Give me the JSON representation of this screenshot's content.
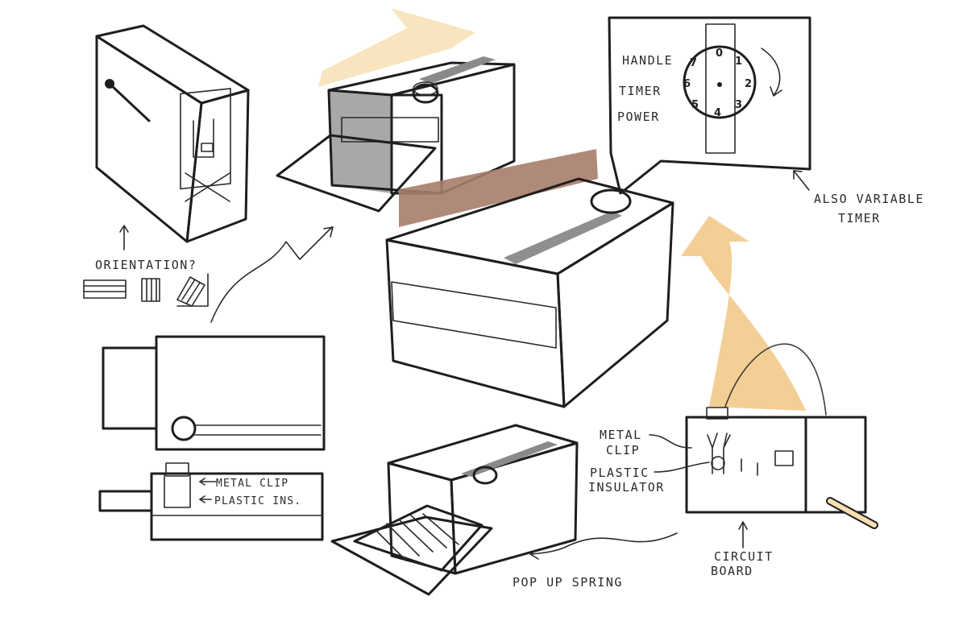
{
  "colors": {
    "wood": "#f2c98a",
    "wood_light": "#f7dfb3",
    "grey": "#9c9c9c",
    "grey_light": "#bdbdbd",
    "grey_dark": "#7e7e7e",
    "brown_panel": "#b89083",
    "ink": "#1e1e1e"
  },
  "annotations": {
    "orientation": "ORIENTATION?",
    "metal_clip_side": "METAL CLIP",
    "plastic_ins_side": "PLASTIC INS.",
    "handle": "HANDLE",
    "timer": "TIMER",
    "power": "POWER",
    "also_variable_line1": "ALSO VARIABLE",
    "also_variable_line2": "TIMER",
    "metal_clip_line1": "METAL",
    "metal_clip_line2": "CLIP",
    "plastic_insulator_line1": "PLASTIC",
    "plastic_insulator_line2": "INSULATOR",
    "circuit_board_line1": "CIRCUIT",
    "circuit_board_line2": "BOARD",
    "pop_up_spring": "POP UP SPRING"
  },
  "dial_numbers": [
    "0",
    "1",
    "2",
    "3",
    "4",
    "5",
    "6",
    "7"
  ]
}
